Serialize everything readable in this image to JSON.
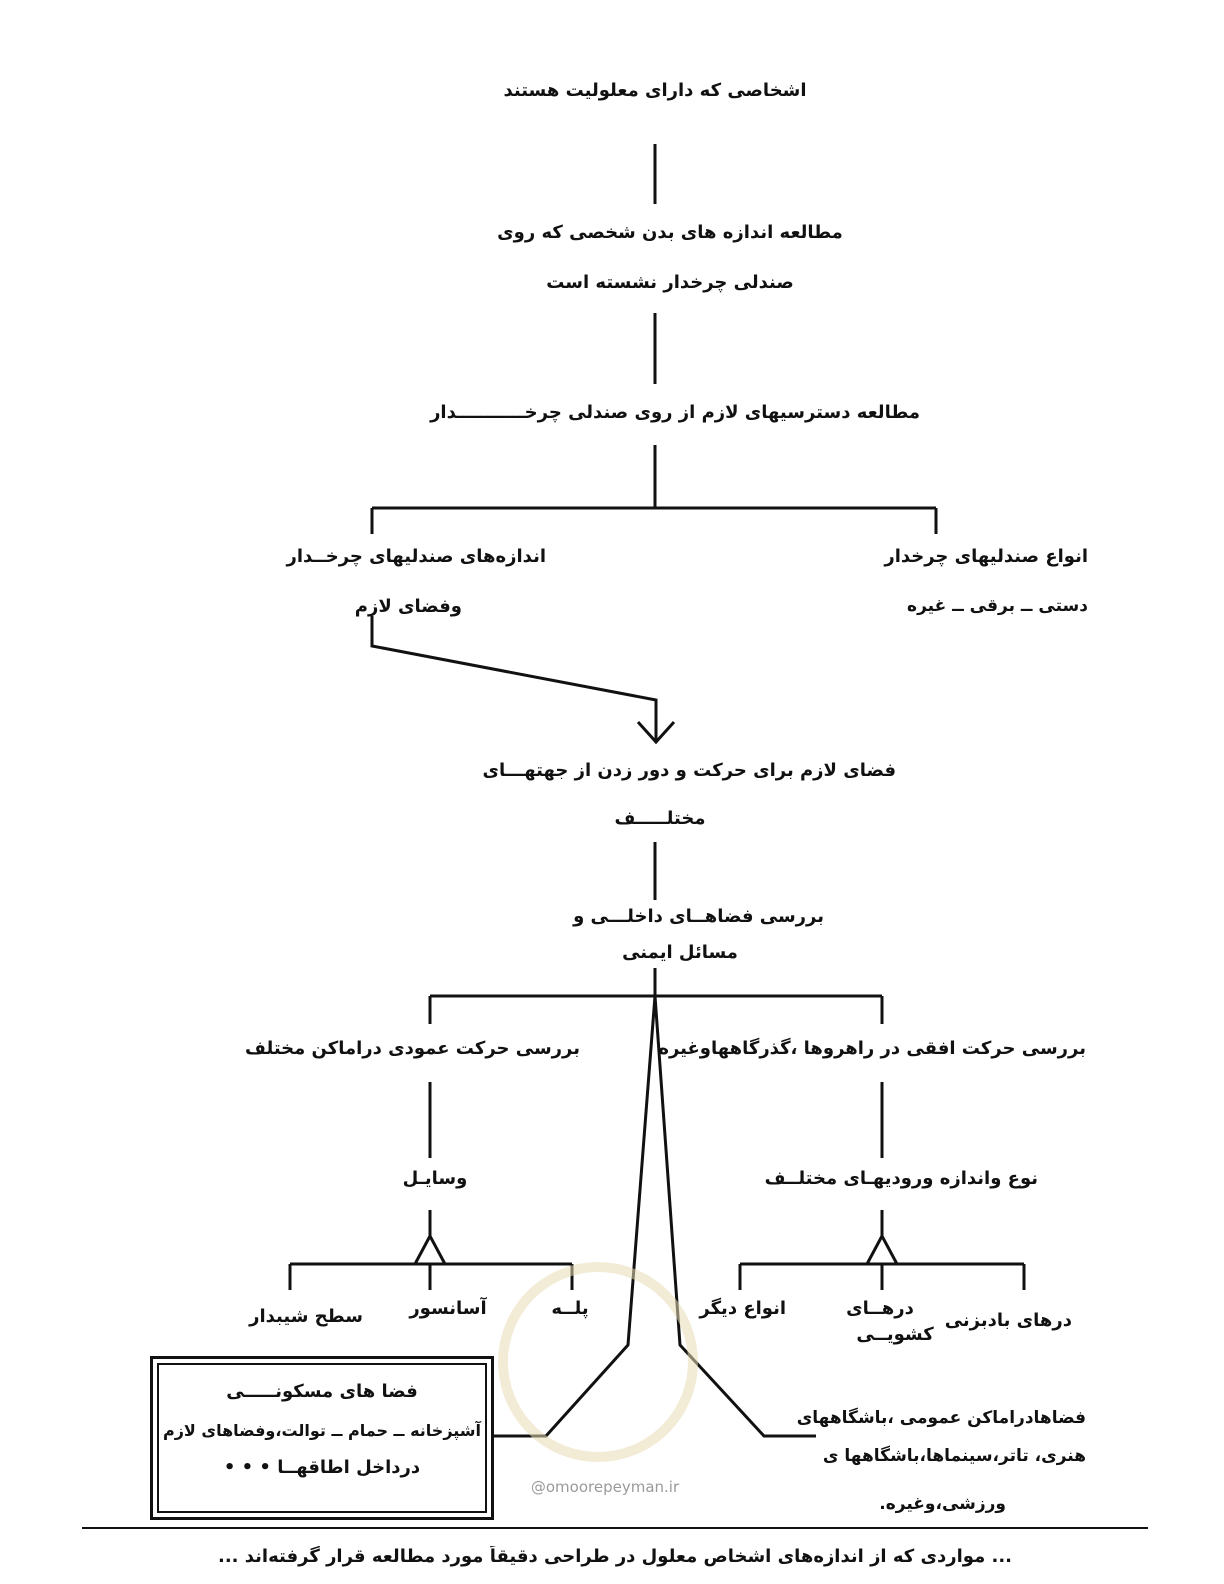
{
  "diagram": {
    "n1": "اشخاصی که دارای معلولیت هستند",
    "n2_line1": "مطالعه اندازه های بدن شخصی که روی",
    "n2_line2": "صندلی چرخدار نشسته است",
    "n3": "مطالعه دسترسیهای لازم از روی صندلی چرخـــــــــــدار",
    "n4_right_line1": "انواع صندلیهای چرخدار",
    "n4_right_line2": "دستی ــ برقی ــ غیره",
    "n4_left_line1": "اندازه‌های صندلیهای چرخــدار",
    "n4_left_line2": "وفضای لازم",
    "n5_line1": "فضای لازم برای حرکت و دور زدن از جهتهـــای",
    "n5_line2": "مختلـــــف",
    "n6_line1": "بررسی فضاهــای داخلـــی و",
    "n6_line2": "مسائل ایمنی",
    "n7_right": "بررسی حرکت افقی در راهروها ،گذرگاههاوغیره",
    "n7_left": "بررسی حرکت عمودی دراماکن مختلف",
    "n8_right": "نوع واندازه ورودیهـای مختلــف",
    "n8_left": "وسایـل",
    "n9_doors_pivot": "درهای بادبزنی",
    "n9_doors_sliding_line1": "درهــای",
    "n9_doors_sliding_line2": "کشویــی",
    "n9_doors_other": "انواع دیگر",
    "n9_stairs": "پلــه",
    "n9_elevator": "آسانسور",
    "n9_ramp": "سطح شیبدار",
    "public_line1": "فضاهادراماکن عمومی ،باشگاههای",
    "public_line2": "هنری، تاتر،سینماها،باشگاهها ی",
    "public_line3": "ورزشی،وغیره.",
    "residential_title": "فضا های مسکونـــــی",
    "residential_line2": "آشپزخانه ــ حمام ــ توالت،وفضاهای لازم",
    "residential_line3": "درداخل اطاقهــا  • • •"
  },
  "watermark": "@omoorepeyman.ir",
  "footer": "... مواردی که از اندازه‌های اشخاص معلول در طراحی دقیقاً مورد مطالعه قرار گرفته‌اند ..."
}
